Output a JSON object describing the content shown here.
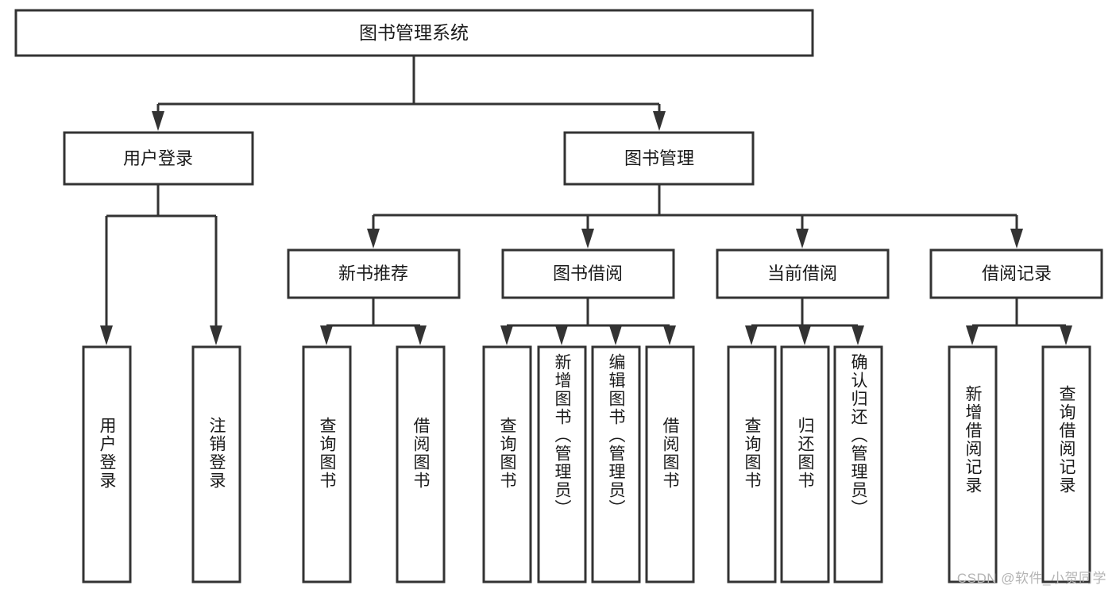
{
  "diagram": {
    "type": "hierarchy-tree",
    "title_node": {
      "id": "root",
      "label": "图书管理系统"
    },
    "level2": [
      {
        "id": "user-login",
        "label": "用户登录"
      },
      {
        "id": "book-management",
        "label": "图书管理"
      }
    ],
    "level3": [
      {
        "id": "new-book-recommend",
        "label": "新书推荐",
        "parent": "book-management"
      },
      {
        "id": "book-borrow",
        "label": "图书借阅",
        "parent": "book-management"
      },
      {
        "id": "current-borrow",
        "label": "当前借阅",
        "parent": "book-management"
      },
      {
        "id": "borrow-record",
        "label": "借阅记录",
        "parent": "book-management"
      }
    ],
    "leaves": [
      {
        "id": "leaf-user-login",
        "label": "用户登录",
        "parent": "user-login"
      },
      {
        "id": "leaf-logout-login",
        "label": "注销登录",
        "parent": "user-login"
      },
      {
        "id": "leaf-query-book-1",
        "label": "查询图书",
        "parent": "new-book-recommend"
      },
      {
        "id": "leaf-borrow-book-1",
        "label": "借阅图书",
        "parent": "new-book-recommend"
      },
      {
        "id": "leaf-query-book-2",
        "label": "查询图书",
        "parent": "book-borrow"
      },
      {
        "id": "leaf-add-book",
        "label": "新增图书（管理员）",
        "parent": "book-borrow"
      },
      {
        "id": "leaf-edit-book",
        "label": "编辑图书（管理员）",
        "parent": "book-borrow"
      },
      {
        "id": "leaf-borrow-book-2",
        "label": "借阅图书",
        "parent": "book-borrow"
      },
      {
        "id": "leaf-query-book-3",
        "label": "查询图书",
        "parent": "current-borrow"
      },
      {
        "id": "leaf-return-book",
        "label": "归还图书",
        "parent": "current-borrow"
      },
      {
        "id": "leaf-confirm-return",
        "label": "确认归还（管理员）",
        "parent": "current-borrow"
      },
      {
        "id": "leaf-add-borrow-record",
        "label": "新增借阅记录",
        "parent": "borrow-record"
      },
      {
        "id": "leaf-query-borrow-record",
        "label": "查询借阅记录",
        "parent": "borrow-record"
      }
    ]
  },
  "watermark": {
    "text": "CSDN @软件_小贺同学"
  },
  "colors": {
    "stroke": "#333333",
    "fill": "#ffffff",
    "text": "#1a1a1a",
    "watermark": "#b4b4b4"
  }
}
